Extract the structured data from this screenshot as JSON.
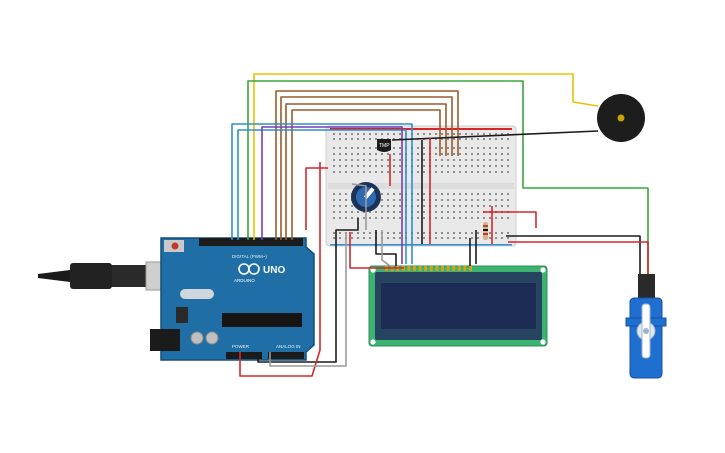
{
  "colors": {
    "arduino_board": "#1f6fa6",
    "arduino_edge": "#174f78",
    "breadboard": "#e9e9e9",
    "lcd_pcb": "#3cb371",
    "lcd_screen": "#1c2c55",
    "servo_body": "#1e6fd0",
    "buzzer": "#1d1d1d",
    "wire_yellow": "#e8c300",
    "wire_green": "#3aa53a",
    "wire_brown": "#9a5b2a",
    "wire_blue": "#2f8fd0",
    "wire_purple": "#7a3fb0",
    "wire_red": "#d6262a",
    "wire_black": "#1b1b1b",
    "wire_grey": "#9a9a9a"
  },
  "arduino": {
    "brand_text": "UNO",
    "logo_text": "ARDUINO",
    "digital_label": "DIGITAL (PWM~)",
    "power_label": "POWER",
    "analog_label": "ANALOG IN"
  },
  "temp_sensor": {
    "label": "TMP"
  },
  "icons": {
    "usb": "usb-cable-icon",
    "buzzer": "piezo-buzzer-icon",
    "pot": "potentiometer-icon",
    "servo": "servo-motor-icon"
  }
}
